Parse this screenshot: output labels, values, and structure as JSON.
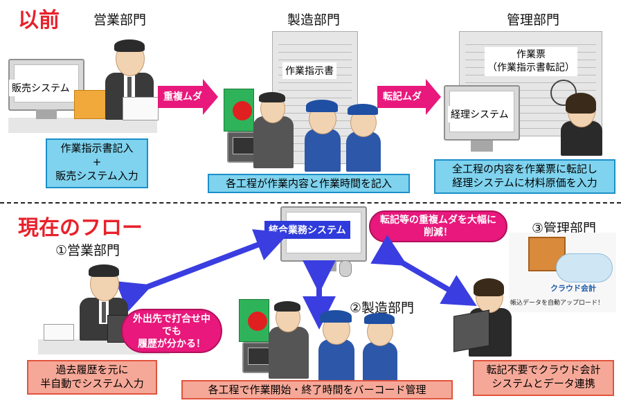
{
  "before": {
    "title": "以前",
    "sales_dept": "営業部門",
    "mfg_dept": "製造部門",
    "admin_dept": "管理部門",
    "sales_system_label": "販売システム",
    "sales_box": [
      "作業指示書記入",
      "+",
      "販売システム入力"
    ],
    "arrow1": "重複ムダ",
    "arrow2": "転記ムダ",
    "work_order_label": "作業指示書",
    "mfg_box": "各工程が作業内容と作業時間を記入",
    "work_slip_label": [
      "作業票",
      "（作業指示書転記）"
    ],
    "accounting_system_label": "経理システム",
    "admin_box": [
      "全工程の内容を作業票に転記し",
      "経理システムに材料原価を入力"
    ]
  },
  "now": {
    "title": "現在のフロー",
    "sales_dept": "①営業部門",
    "mfg_dept": "②製造部門",
    "admin_dept": "③管理部門",
    "integrated_system": "統合業務システム",
    "callout_top": [
      "転記等の重複ムダを大幅に",
      "削減！"
    ],
    "callout_sales": [
      "外出先で打合せ中",
      "でも",
      "履歴が分かる！"
    ],
    "sales_box": [
      "過去履歴を元に",
      "半自動でシステム入力"
    ],
    "mfg_box": "各工程で作業開始・終了時間をバーコード管理",
    "admin_box": [
      "転記不要でクラウド会計",
      "システムとデータ連携"
    ],
    "cloud_label": "クラウド会計",
    "cloud_sub": "帳込データを自動アップロード！"
  },
  "colors": {
    "title_red": "#e8212b",
    "pink": "#e8187c",
    "blue_box": "#7fd3ee",
    "salmon_box": "#f6a898",
    "arrow_blue": "#3a3ee0"
  }
}
